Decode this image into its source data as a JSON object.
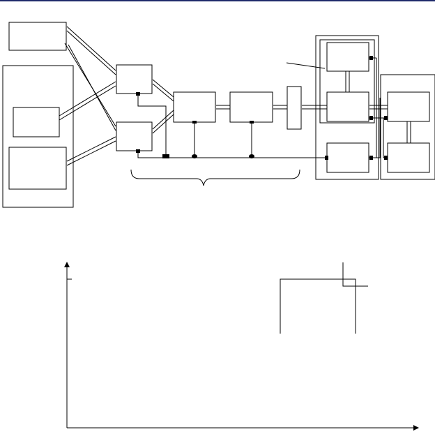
{
  "colors": {
    "stroke": "#000000",
    "background": "#ffffff",
    "top_rule": "#1f2a6b",
    "connector_fill": "#000000"
  },
  "block_diagram": {
    "blocks": [
      {
        "id": "top-left-box",
        "label": ""
      },
      {
        "id": "left-outer-box",
        "label": ""
      },
      {
        "id": "left-inner-upper-box",
        "label": ""
      },
      {
        "id": "left-inner-lower-box",
        "label": ""
      },
      {
        "id": "upper-mid-box",
        "label": ""
      },
      {
        "id": "lower-mid-box",
        "label": ""
      },
      {
        "id": "center-box-1",
        "label": ""
      },
      {
        "id": "center-box-2",
        "label": ""
      },
      {
        "id": "tall-narrow-box",
        "label": ""
      },
      {
        "id": "right-group-outer",
        "label": ""
      },
      {
        "id": "right-top-box",
        "label": ""
      },
      {
        "id": "right-mid-box",
        "label": ""
      },
      {
        "id": "right-bottom-box",
        "label": ""
      },
      {
        "id": "far-right-group",
        "label": ""
      },
      {
        "id": "far-right-top-box",
        "label": ""
      },
      {
        "id": "far-right-bottom-box",
        "label": ""
      }
    ],
    "bracket_label": "",
    "leader_label": ""
  },
  "graph": {
    "x_axis_label": "",
    "y_axis_label": "",
    "has_arrows": true
  }
}
